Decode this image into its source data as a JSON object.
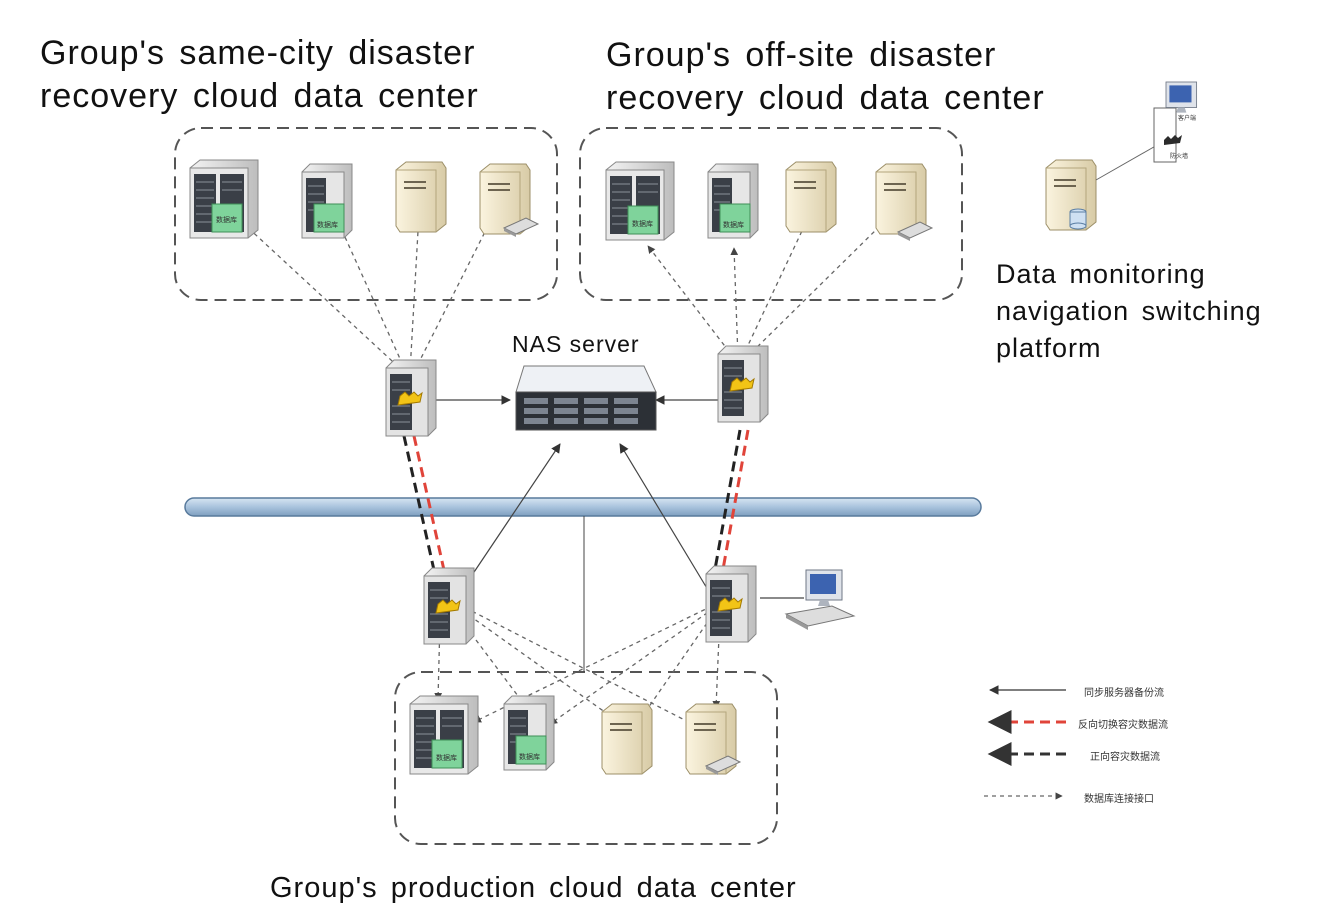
{
  "titles": {
    "same_city": "Group's same-city disaster recovery cloud data center",
    "off_site": "Group's off-site disaster recovery cloud data center",
    "production": "Group's production cloud data center"
  },
  "labels": {
    "nas": "NAS server",
    "monitor": "Data monitoring navigation switching platform",
    "db_tag": "数据库",
    "client_tag": "客户端",
    "firewall_tag": "防火墙"
  },
  "legend": [
    {
      "label": "同步服务器备份流",
      "style": "solid",
      "color": "#333333"
    },
    {
      "label": "反向切换容灾数据流",
      "style": "red-dashed",
      "color": "#e0443a"
    },
    {
      "label": "正向容灾数据流",
      "style": "black-dashed",
      "color": "#333333"
    },
    {
      "label": "数据库连接接口",
      "style": "dotted",
      "color": "#666666"
    }
  ],
  "colors": {
    "backbone": "#a9c3dd",
    "reverse_flow": "#e0443a",
    "cluster_border": "#555555",
    "db_green": "#7fd39b"
  }
}
